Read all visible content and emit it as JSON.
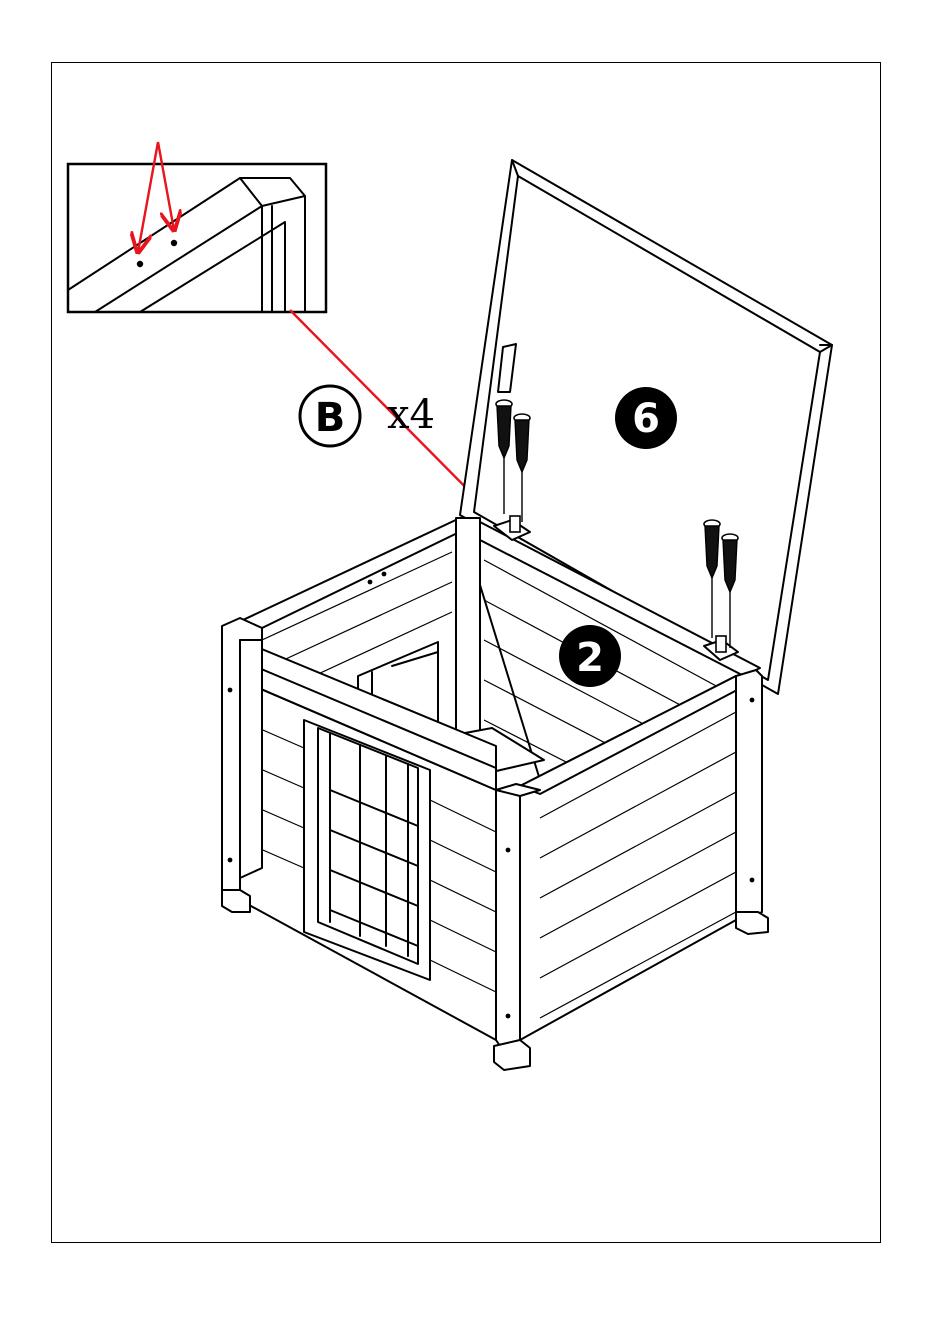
{
  "step": {
    "part_label": "B",
    "part_quantity": "x4",
    "lid_part_number": "6",
    "base_part_number": "2"
  },
  "colors": {
    "line": "#000000",
    "callout_arrow": "#e8141e",
    "fill": "#ffffff"
  },
  "icons": {
    "screw": "screw-icon",
    "hinge": "hinge-icon",
    "detail_inset": "magnifier-detail"
  }
}
